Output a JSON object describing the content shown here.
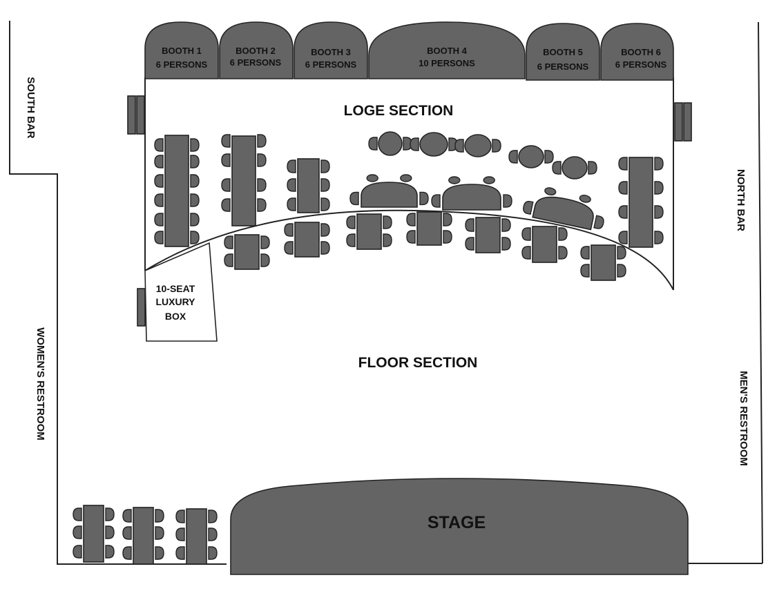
{
  "booths": [
    {
      "name": "BOOTH 1",
      "capacity": "6 PERSONS"
    },
    {
      "name": "BOOTH 2",
      "capacity": "6 PERSONS"
    },
    {
      "name": "BOOTH 3",
      "capacity": "6 PERSONS"
    },
    {
      "name": "BOOTH 4",
      "capacity": "10 PERSONS"
    },
    {
      "name": "BOOTH 5",
      "capacity": "6 PERSONS"
    },
    {
      "name": "BOOTH 6",
      "capacity": "6 PERSONS"
    }
  ],
  "sections": {
    "loge": "LOGE SECTION",
    "floor": "FLOOR SECTION",
    "stage": "STAGE"
  },
  "luxury_box": {
    "line1": "10-SEAT",
    "line2": "LUXURY",
    "line3": "BOX"
  },
  "amenities": {
    "south_bar": "SOUTH BAR",
    "north_bar": "NORTH BAR",
    "womens_restroom": "WOMEN'S RESTROOM",
    "mens_restroom": "MEN'S RESTROOM"
  },
  "colors": {
    "fixture_fill": "#646464",
    "outline": "#222222",
    "background": "#ffffff"
  }
}
